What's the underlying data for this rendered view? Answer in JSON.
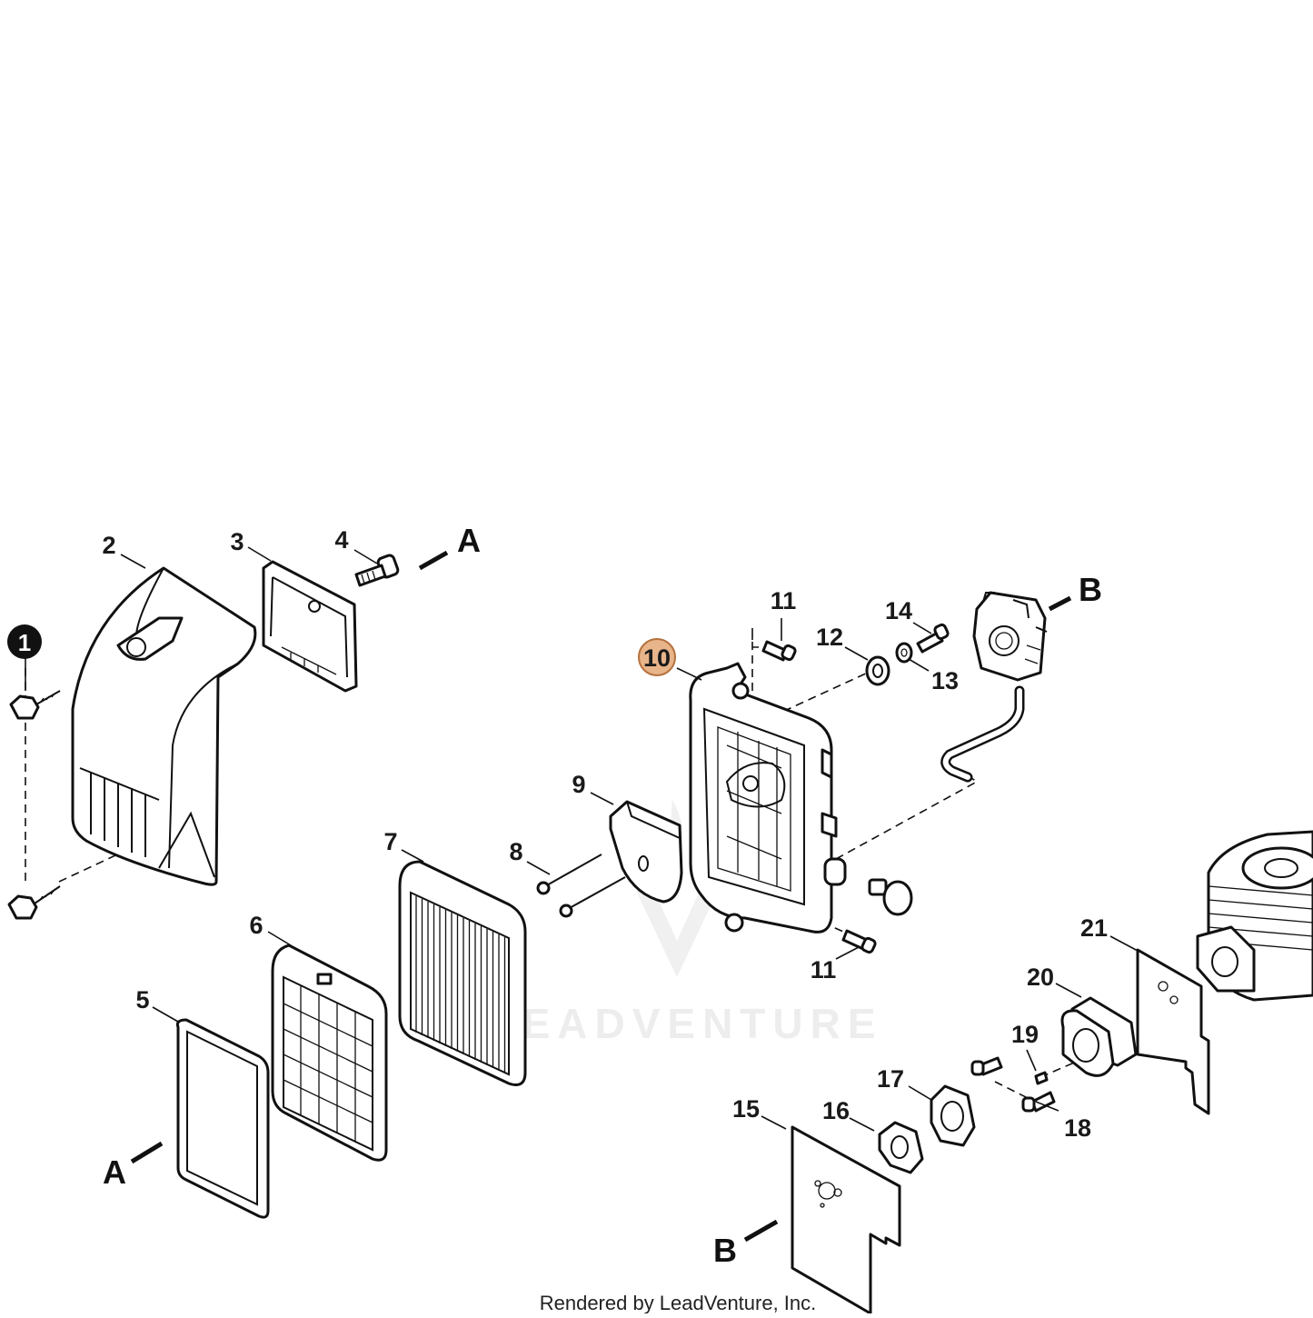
{
  "diagram": {
    "callouts": [
      {
        "id": "1",
        "label": "1"
      },
      {
        "id": "2",
        "label": "2"
      },
      {
        "id": "3",
        "label": "3"
      },
      {
        "id": "4",
        "label": "4"
      },
      {
        "id": "5",
        "label": "5"
      },
      {
        "id": "6",
        "label": "6"
      },
      {
        "id": "7",
        "label": "7"
      },
      {
        "id": "8",
        "label": "8"
      },
      {
        "id": "9",
        "label": "9"
      },
      {
        "id": "10",
        "label": "10",
        "highlighted": true
      },
      {
        "id": "11a",
        "label": "11"
      },
      {
        "id": "11b",
        "label": "11"
      },
      {
        "id": "12",
        "label": "12"
      },
      {
        "id": "13",
        "label": "13"
      },
      {
        "id": "14",
        "label": "14"
      },
      {
        "id": "15",
        "label": "15"
      },
      {
        "id": "16",
        "label": "16"
      },
      {
        "id": "17",
        "label": "17"
      },
      {
        "id": "18",
        "label": "18"
      },
      {
        "id": "19",
        "label": "19"
      },
      {
        "id": "20",
        "label": "20"
      },
      {
        "id": "21",
        "label": "21"
      }
    ],
    "section_markers": [
      {
        "id": "a-top",
        "label": "A"
      },
      {
        "id": "a-bottom",
        "label": "A"
      },
      {
        "id": "b-top",
        "label": "B"
      },
      {
        "id": "b-bottom",
        "label": "B"
      }
    ],
    "watermark": "LEADVENTURE",
    "footer": "Rendered by LeadVenture, Inc.",
    "colors": {
      "highlight_fill": "#e8b48a",
      "highlight_stroke": "#b5713c",
      "line": "#111111",
      "background": "#ffffff"
    }
  }
}
